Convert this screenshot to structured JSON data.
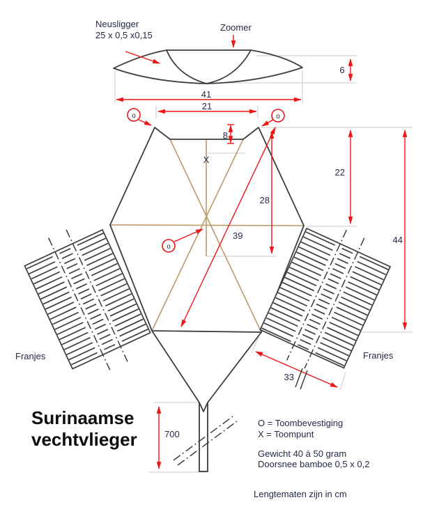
{
  "title": {
    "line1": "Surinaamse",
    "line2": "vechtvlieger"
  },
  "labels": {
    "neusligger": "Neusligger",
    "neusligger_size": "25 x 0,5 x0,15",
    "zoomer": "Zoomer",
    "franjes_left": "Franjes",
    "franjes_right": "Franjes",
    "x_marker": "X",
    "o_marker": "o"
  },
  "dims": {
    "bow_depth": "6",
    "bow_width": "41",
    "top_width": "21",
    "notch_depth": "8",
    "upper_height": "22",
    "spar_offset": "28",
    "diagonal": "39",
    "total_height": "44",
    "fringe_length": "33",
    "tail_length": "700"
  },
  "legend": {
    "o_def": "O = Toombevestiging",
    "x_def": "X = Toompunt",
    "weight": "Gewicht 40 á 50 gram",
    "bamboo": "Doorsnee bamboe 0,5 x 0,2",
    "units_note": "Lengtematen zijn in cm"
  },
  "colors": {
    "dimension_red": "#ee1515",
    "spar_tan": "#bd9a6a",
    "line_dark": "#3d3d3d",
    "text_navy": "#252a4a"
  }
}
